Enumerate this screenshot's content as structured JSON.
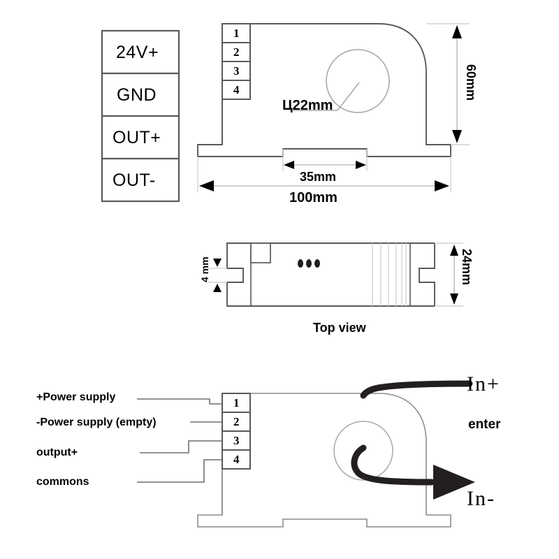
{
  "document": {
    "title": "Current Transducer Dimension Drawing",
    "type": "technical-dimension-drawing"
  },
  "terminal_legend": {
    "name": "terminal-legend-block",
    "rows": [
      {
        "label": "24V+"
      },
      {
        "label": "GND"
      },
      {
        "label": "OUT+"
      },
      {
        "label": "OUT-"
      }
    ]
  },
  "front_view": {
    "name": "front-view",
    "pins": [
      "1",
      "2",
      "3",
      "4"
    ],
    "dimensions": {
      "hole_diameter": "Ц22mm",
      "height": "60mm",
      "rail_width": "35mm",
      "total_width": "100mm"
    }
  },
  "top_view": {
    "name": "top-view",
    "caption": "Top view",
    "dimensions": {
      "notch_depth": "4 mm",
      "depth": "24mm"
    },
    "vent_dots": 3
  },
  "wiring_view": {
    "name": "wiring-view",
    "pins": [
      "1",
      "2",
      "3",
      "4"
    ],
    "pin_labels": [
      {
        "pin": "1",
        "label": "+Power supply"
      },
      {
        "pin": "2",
        "label": "-Power supply (empty)"
      },
      {
        "pin": "3",
        "label": "output+"
      },
      {
        "pin": "4",
        "label": "commons"
      }
    ],
    "current_in": "In+",
    "current_out": "In-",
    "direction_note": "enter"
  },
  "colors": {
    "outline": "#58595b",
    "thin_outline": "#8a8c8e",
    "wire": "#231f20",
    "text": "#000000",
    "background": "#ffffff"
  }
}
